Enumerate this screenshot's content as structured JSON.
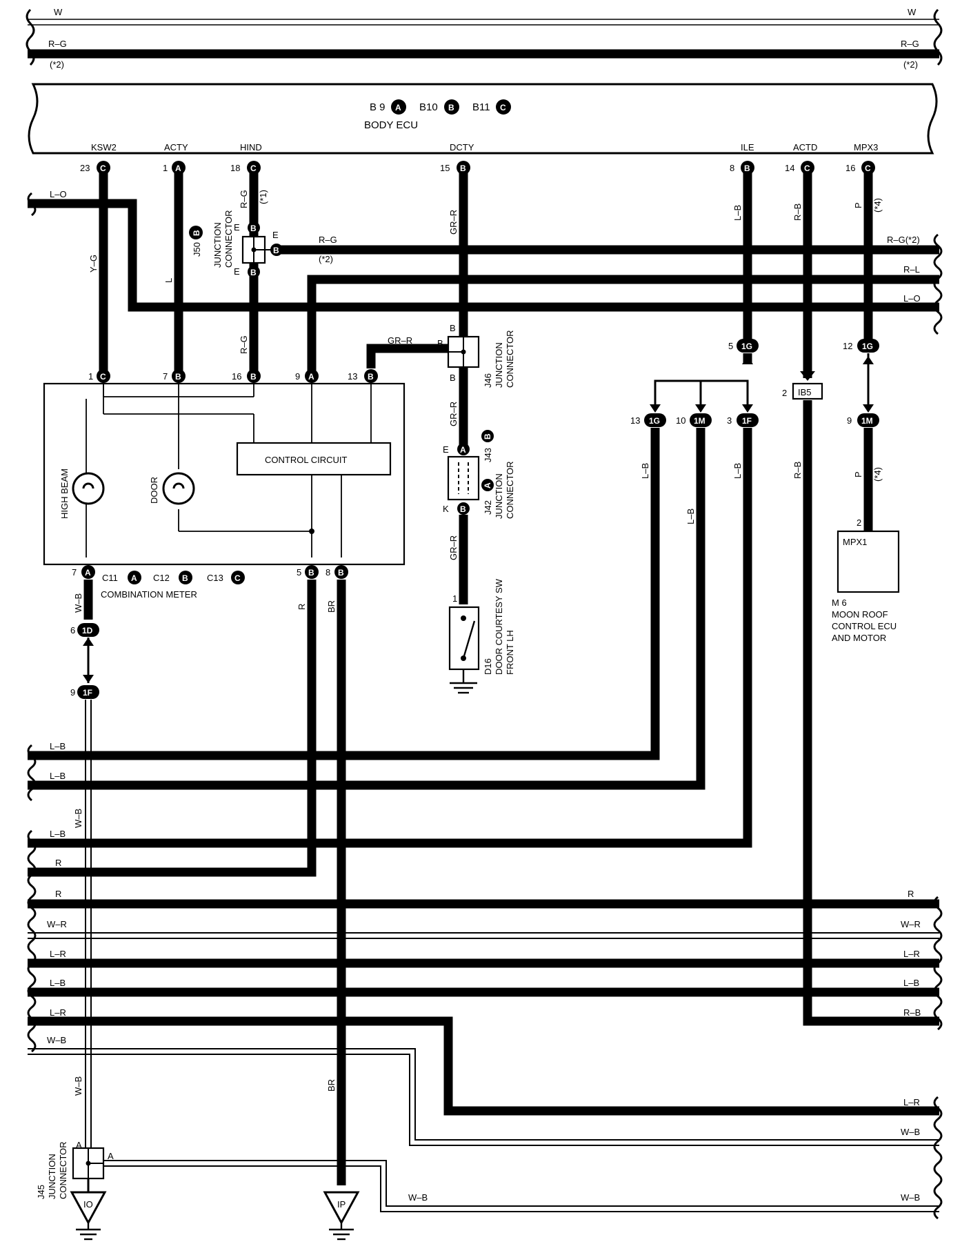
{
  "top_wires": {
    "w": "W",
    "rg": "R–G",
    "note2": "(*2)"
  },
  "ecu": {
    "conn1": "B 9",
    "conn2": "B10",
    "conn3": "B11",
    "conn_a": "A",
    "conn_b": "B",
    "conn_c": "C",
    "name": "BODY ECU",
    "terminals": [
      "KSW2",
      "ACTY",
      "HIND",
      "DCTY",
      "ILE",
      "ACTD",
      "MPX3"
    ]
  },
  "wires": {
    "lo": "L–O",
    "yg": "Y–G",
    "l": "L",
    "rg": "R–G",
    "n1": "(*1)",
    "n2": "(*2)",
    "n4": "(*4)",
    "grr": "GR–R",
    "lb": "L–B",
    "rb": "R–B",
    "p": "P",
    "rg2": "R–G(*2)",
    "rl": "R–L",
    "wb": "W–B",
    "r": "R",
    "br": "BR",
    "wr": "W–R",
    "lr": "L–R"
  },
  "j50": {
    "id": "J50",
    "conn": "B",
    "label1": "JUNCTION",
    "label2": "CONNECTOR",
    "e": "E"
  },
  "j46": {
    "id": "J46",
    "label1": "JUNCTION",
    "label2": "CONNECTOR",
    "b": "B"
  },
  "j42": {
    "id": "J42",
    "id2": "J43",
    "label1": "JUNCTION",
    "label2": "CONNECTOR",
    "e": "E",
    "k": "K"
  },
  "j45": {
    "id": "J45",
    "label1": "JUNCTION",
    "label2": "CONNECTOR",
    "a": "A"
  },
  "meter": {
    "high_beam": "HIGH BEAM",
    "door": "DOOR",
    "control": "CONTROL CIRCUIT",
    "conn1": "C11",
    "conn2": "C12",
    "conn3": "C13",
    "name": "COMBINATION METER"
  },
  "d16": {
    "id": "D16",
    "line1": "DOOR COURTESY SW",
    "line2": "FRONT LH"
  },
  "m6": {
    "id": "M 6",
    "mpx1": "MPX1",
    "line1": "MOON ROOF",
    "line2": "CONTROL ECU",
    "line3": "AND MOTOR"
  },
  "connectors": {
    "1G": "1G",
    "1M": "1M",
    "1F": "1F",
    "1D": "1D",
    "IB5": "IB5"
  },
  "pins": {
    "p23": "23",
    "p1": "1",
    "p18": "18",
    "p15": "15",
    "p8": "8",
    "p14": "14",
    "p16": "16",
    "p7": "7",
    "p9": "9",
    "p13": "13",
    "p5": "5",
    "p12": "12",
    "p10": "10",
    "p3": "3",
    "p2": "2",
    "p6": "6"
  },
  "grounds": {
    "io": "IO",
    "ip": "IP"
  }
}
